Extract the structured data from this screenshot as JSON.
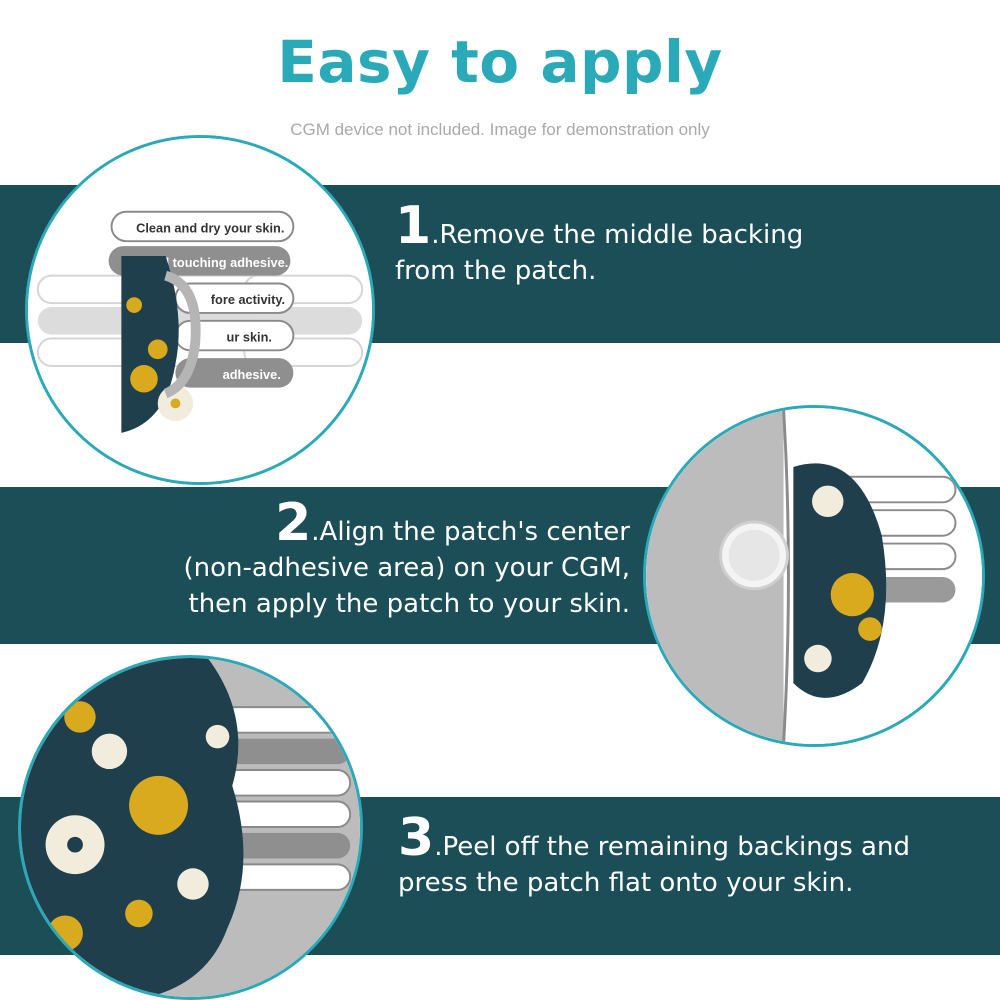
{
  "header": {
    "title": "Easy to apply",
    "subtitle": "CGM device not included. Image for demonstration only"
  },
  "colors": {
    "accent": "#2aa9b8",
    "band": "#1b4e57",
    "floral_bg": "#1e3f4b",
    "floral_yellow": "#d9aa1e",
    "floral_cream": "#f1ecdb"
  },
  "steps": [
    {
      "number": "1",
      "text_line1": ".Remove the middle backing",
      "text_line2": "from the patch."
    },
    {
      "number": "2",
      "text_line1": ".Align the patch's center",
      "text_line2": "(non-adhesive area) on your CGM,",
      "text_line3": "then apply the patch to your skin."
    },
    {
      "number": "3",
      "text_line1": ".Peel off the remaining backings and",
      "text_line2": "press the patch flat onto your skin."
    }
  ],
  "illustration_labels": {
    "clean": "Clean and dry your skin.",
    "avoid": "Avoid touching adhesive.",
    "fore": "fore activity.",
    "skin_short": "ur skin.",
    "adhesive_short": "adhesive."
  }
}
